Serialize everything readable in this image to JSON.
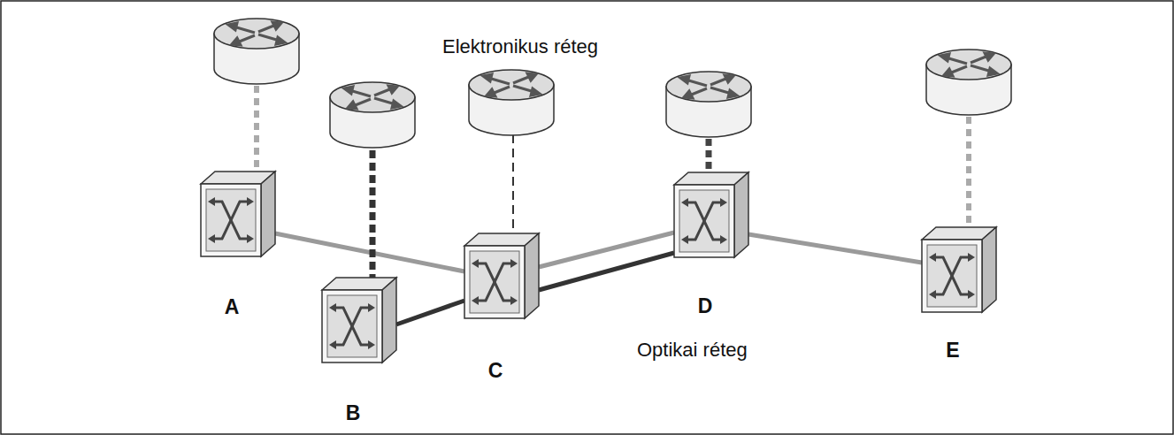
{
  "diagram": {
    "nodes": [
      {
        "text": [
          "Elektronikus réteg"
        ]
      },
      {
        "text": [
          "Optikai réteg"
        ]
      },
      {
        "text": [
          "A"
        ],
        "in": 1
      },
      {
        "text": [
          "B"
        ],
        "in": 1
      },
      {
        "text": [
          "C"
        ],
        "in": 1
      },
      {
        "text": [
          "D"
        ],
        "in": 1
      },
      {
        "text": [
          "E"
        ],
        "in": 1
      }
    ],
    "edges": [
      {
        "from": 2,
        "to": 4,
        "arrow": "none"
      },
      {
        "from": 3,
        "to": 4,
        "arrow": "none"
      },
      {
        "from": 4,
        "to": 5,
        "arrow": "none"
      },
      {
        "from": 4,
        "to": 5,
        "arrow": "none"
      },
      {
        "from": 5,
        "to": 6,
        "arrow": "none"
      }
    ]
  }
}
